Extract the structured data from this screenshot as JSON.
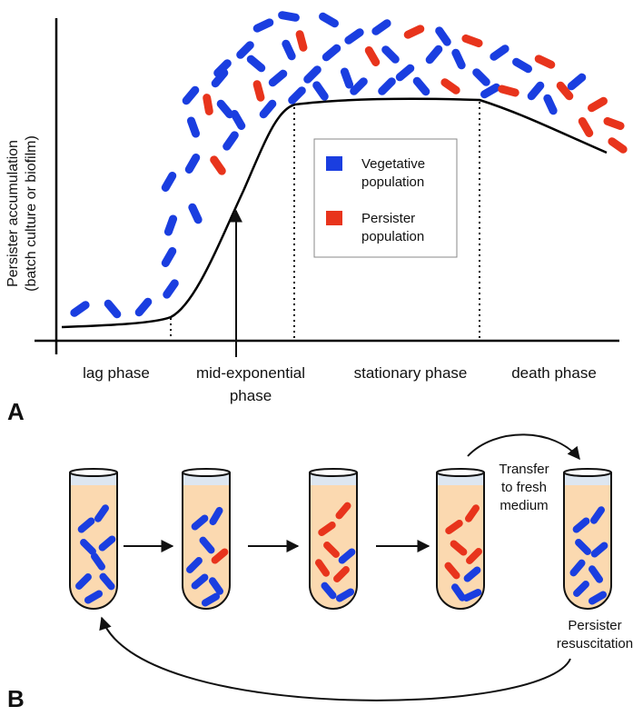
{
  "panel_a": {
    "letter": "A",
    "y_axis_label_line1": "Persister accumulation",
    "y_axis_label_line2": "(batch culture or biofilm)",
    "phases": {
      "lag": "lag phase",
      "mid_exp_line1": "mid-exponential",
      "mid_exp_line2": "phase",
      "stationary": "stationary phase",
      "death": "death phase"
    },
    "legend": {
      "vegetative_line1": "Vegetative",
      "vegetative_line2": "population",
      "persister_line1": "Persister",
      "persister_line2": "population"
    }
  },
  "panel_b": {
    "letter": "B",
    "transfer_line1": "Transfer",
    "transfer_line2": "to fresh",
    "transfer_line3": "medium",
    "resuscitation_line1": "Persister",
    "resuscitation_line2": "resuscitation"
  },
  "colors": {
    "vegetative": "#1a3ee0",
    "persister": "#e8341c",
    "medium": "#fbd9b0",
    "tube_cap": "#dde6f0",
    "axis": "#000000"
  }
}
